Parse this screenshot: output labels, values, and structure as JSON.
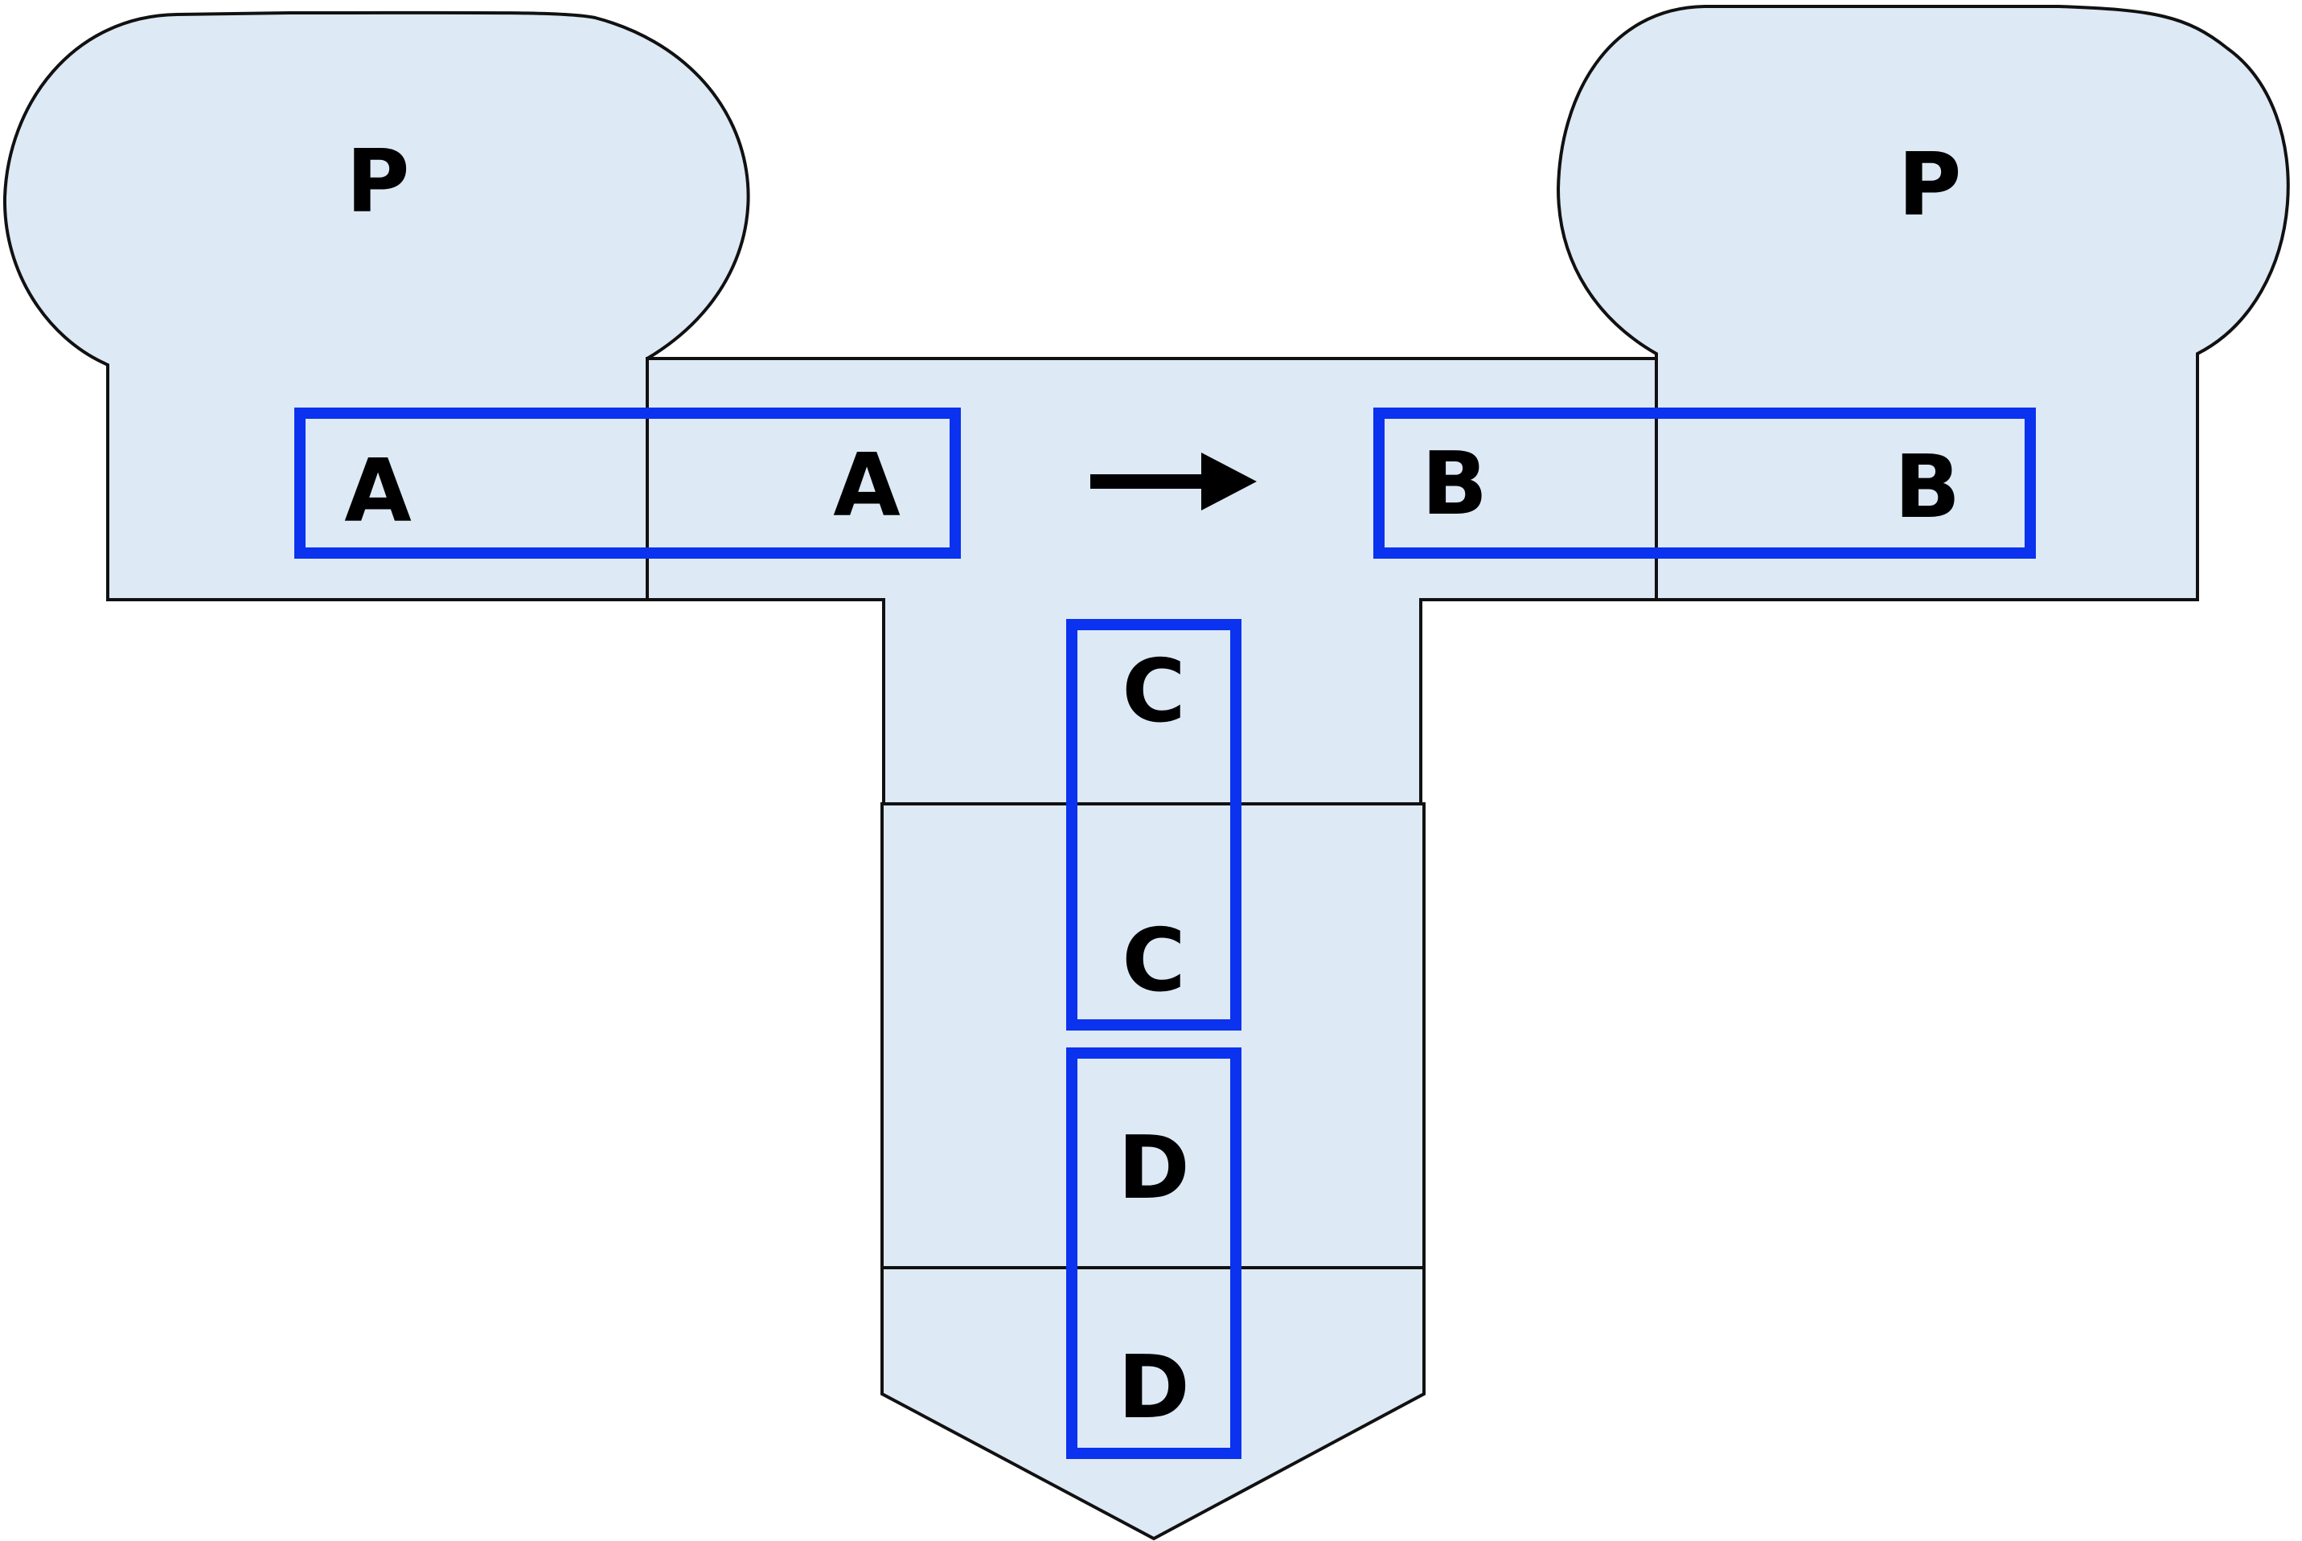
{
  "colors": {
    "piece_fill": "#dde9f4",
    "outline": "#111111",
    "match_box": "#0a32ef",
    "text": "#000000"
  },
  "icons": {
    "arrow": "right-arrow-icon"
  },
  "labels": {
    "left_piece": "P",
    "right_piece": "P",
    "left_edge_outer": "A",
    "left_edge_inner": "A",
    "right_edge_inner": "B",
    "right_edge_outer": "B",
    "upper_stem_top": "C",
    "upper_stem_bottom": "C",
    "lower_stem_top": "D",
    "lower_stem_bottom": "D"
  }
}
